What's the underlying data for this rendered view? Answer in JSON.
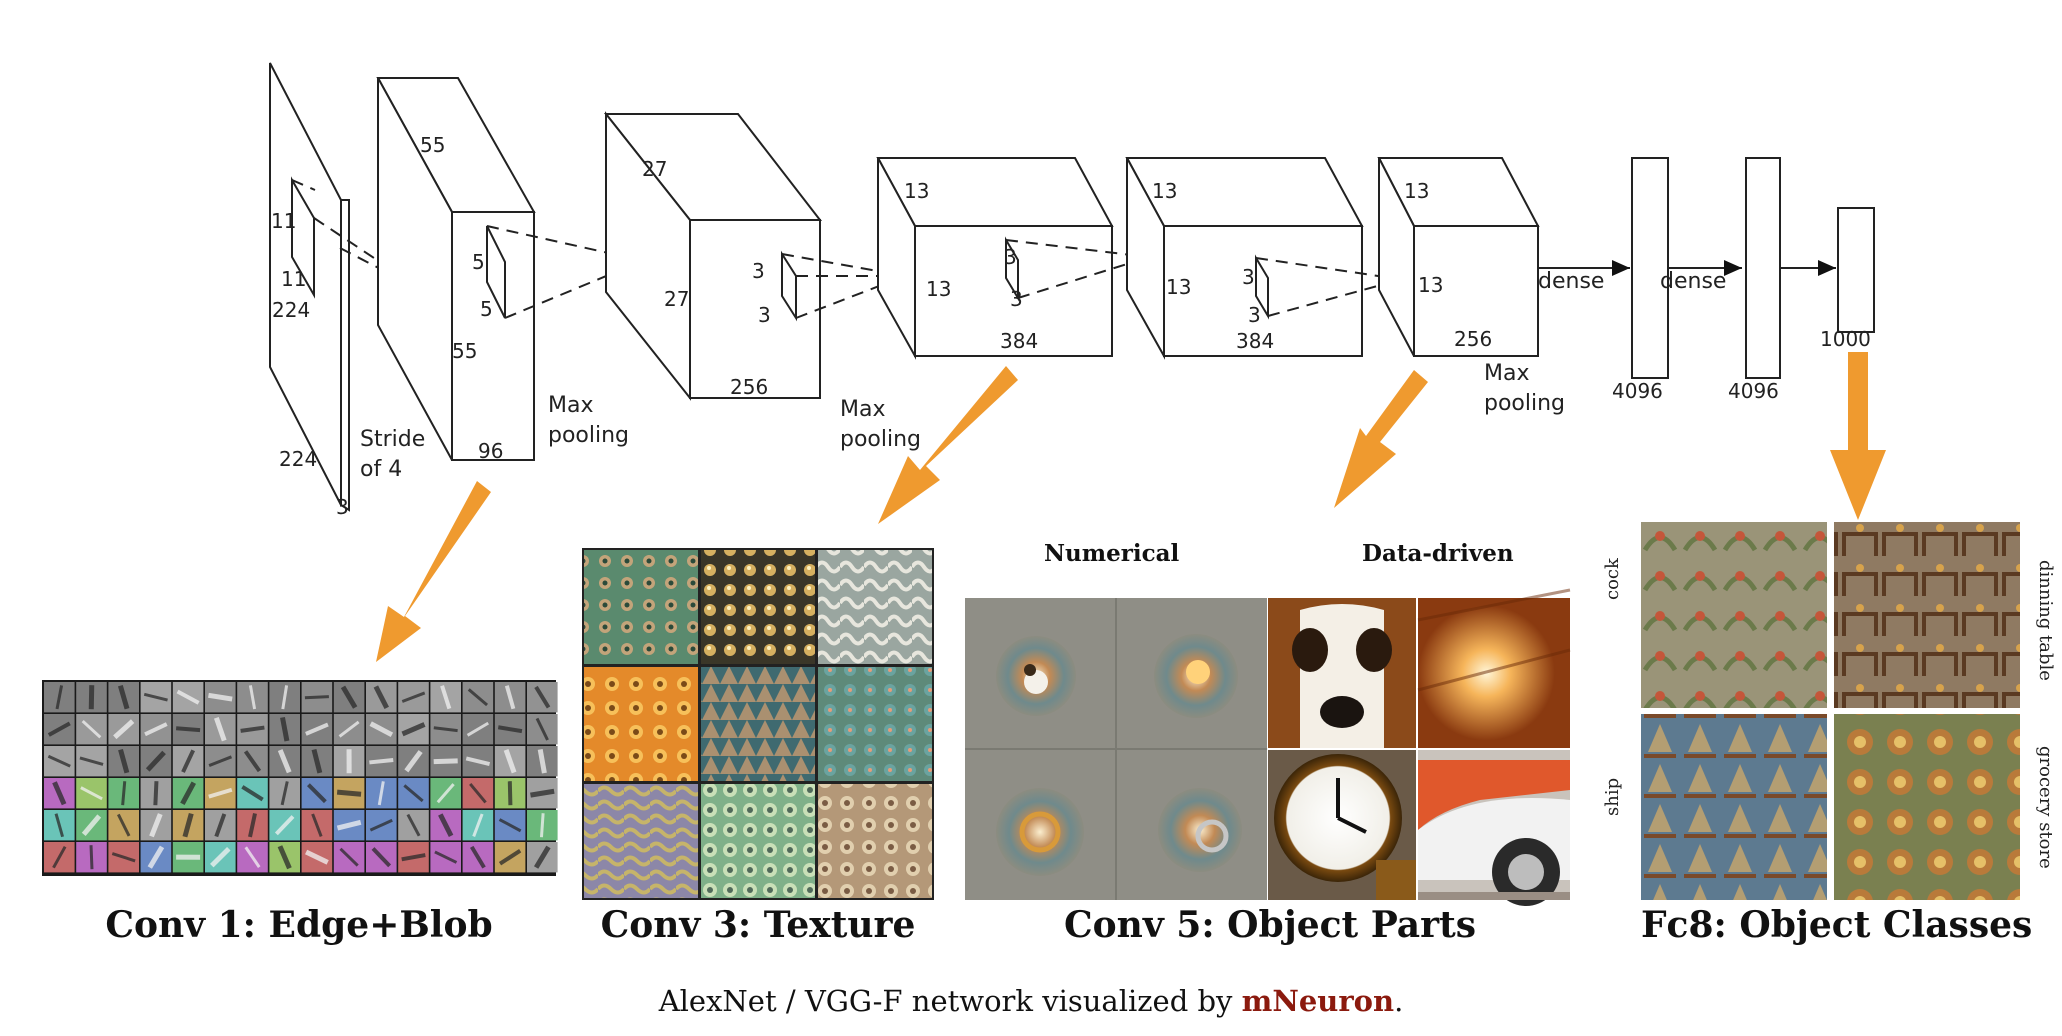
{
  "network": {
    "input": {
      "h": "224",
      "w": "224",
      "d": "3",
      "kernel_h": "11",
      "kernel_w": "11"
    },
    "stride_label": [
      "Stride",
      "of 4"
    ],
    "conv1": {
      "h": "55",
      "w": "55",
      "d": "96",
      "kernel_h": "5",
      "kernel_w": "5"
    },
    "pool1_label": [
      "Max",
      "pooling"
    ],
    "conv2": {
      "h": "27",
      "w": "27",
      "d": "256",
      "kernel_h": "3",
      "kernel_w": "3"
    },
    "pool2_label": [
      "Max",
      "pooling"
    ],
    "conv3": {
      "h": "13",
      "w": "13",
      "d": "384",
      "kernel_h": "3",
      "kernel_w": "3"
    },
    "conv4": {
      "h": "13",
      "w": "13",
      "d": "384",
      "kernel_h": "3",
      "kernel_w": "3"
    },
    "conv5": {
      "h": "13",
      "w": "13",
      "d": "256"
    },
    "pool5_label": [
      "Max",
      "pooling"
    ],
    "dense_label": "dense",
    "fc6": "4096",
    "fc7": "4096",
    "fc8": "1000",
    "arrow_color": "#ef9a2f"
  },
  "panels": {
    "conv1": {
      "title": "Conv 1: Edge+Blob"
    },
    "conv3": {
      "title": "Conv 3: Texture"
    },
    "conv5": {
      "title": "Conv 5: Object Parts",
      "col_numerical": "Numerical",
      "col_data": "Data-driven"
    },
    "fc8": {
      "title": "Fc8: Object Classes",
      "labels": [
        "cock",
        "dinning table",
        "ship",
        "grocery store"
      ]
    }
  },
  "caption": {
    "prefix": "AlexNet / VGG-F network visualized by ",
    "brand": "mNeuron",
    "suffix": "."
  }
}
